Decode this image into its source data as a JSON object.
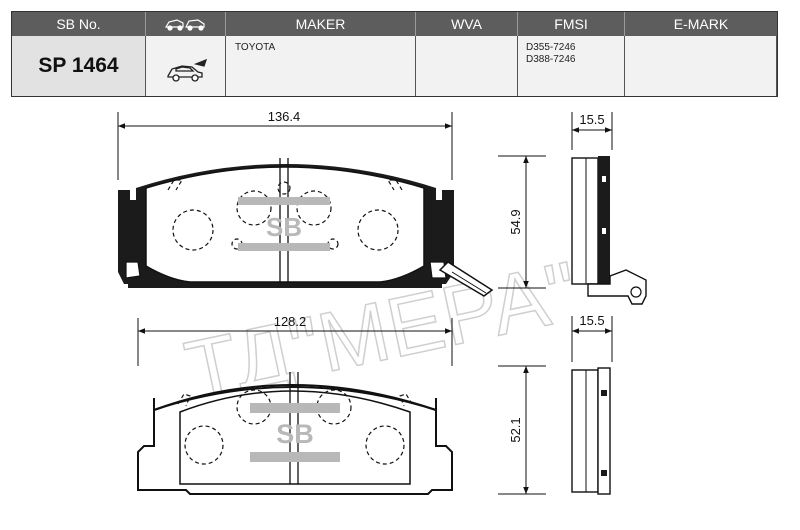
{
  "header": {
    "columns": [
      "SB No.",
      "",
      "MAKER",
      "WVA",
      "FMSI",
      "E-MARK"
    ],
    "part_number": "SP 1464",
    "maker": "TOYOTA",
    "wva": "",
    "fmsi": [
      "D355-7246",
      "D388-7246"
    ],
    "emark": "",
    "vehicle_icon": "car-icon"
  },
  "dimensions": {
    "top_pad_width": "136.4",
    "top_pad_height": "54.9",
    "top_pad_thickness": "15.5",
    "bottom_pad_width": "128.2",
    "bottom_pad_height": "52.1",
    "bottom_pad_thickness": "15.5"
  },
  "logo_text": "SB",
  "watermark": "ТД\"МЕРА\"",
  "colors": {
    "header_bg": "#5d5d5d",
    "logo_gray": "#b8b8b8",
    "line": "#111111"
  }
}
